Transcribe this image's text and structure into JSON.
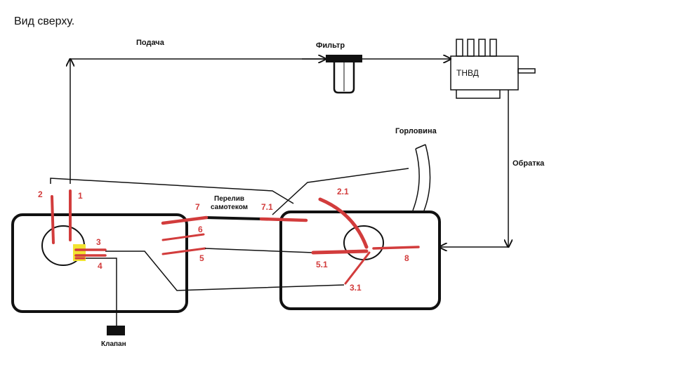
{
  "title": "Вид сверху.",
  "labels": {
    "supply": "Подача",
    "filter": "Фильтр",
    "pump": "ТНВД",
    "return": "Обратка",
    "neck": "Горловина",
    "overflow": "Перелив\nсамотеком",
    "valve": "Клапан"
  },
  "numbers": {
    "n2": "2",
    "n1": "1",
    "n3": "3",
    "n4": "4",
    "n7": "7",
    "n6": "6",
    "n5": "5",
    "n71": "7.1",
    "n21": "2.1",
    "n51": "5.1",
    "n31": "3.1",
    "n8": "8"
  },
  "colors": {
    "line": "#111111",
    "pipe": "#d23c3c",
    "highlight": "#f2e431",
    "background": "#ffffff"
  }
}
